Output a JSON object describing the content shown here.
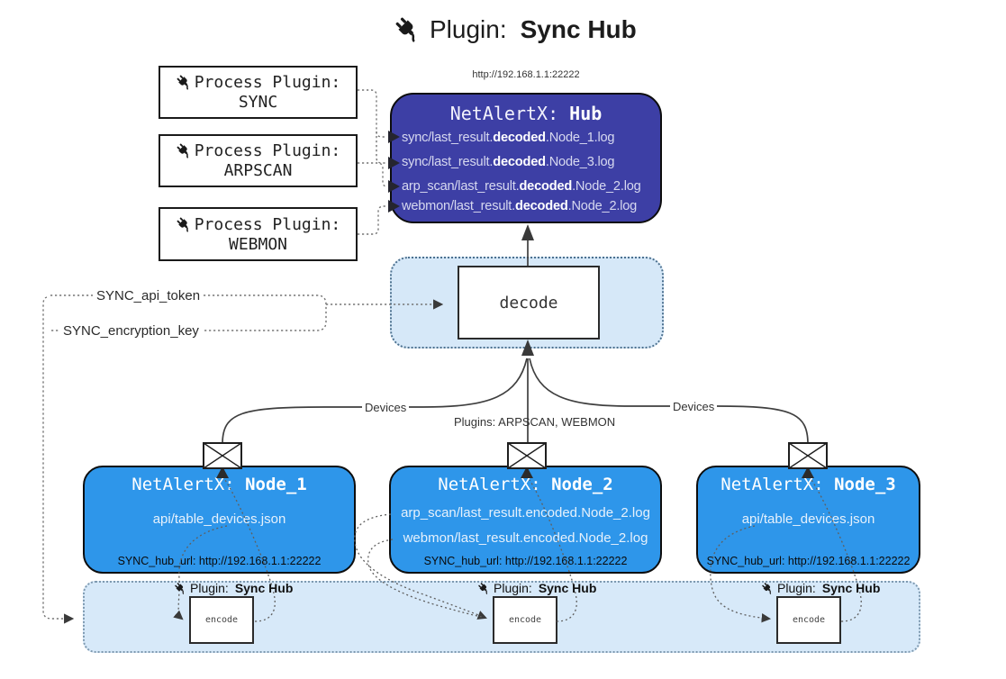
{
  "title": {
    "icon": "plug-icon",
    "prefix": "Plugin:",
    "name": "Sync Hub"
  },
  "process_plugins": [
    {
      "label": "Process Plugin:",
      "name": "SYNC"
    },
    {
      "label": "Process Plugin:",
      "name": "ARPSCAN"
    },
    {
      "label": "Process Plugin:",
      "name": "WEBMON"
    }
  ],
  "hub": {
    "url_label": "http://192.168.1.1:22222",
    "title_prefix": "NetAlertX:",
    "title_name": "Hub",
    "logs": [
      {
        "pre": "sync/last_result.",
        "bold": "decoded",
        "post": ".Node_1.log"
      },
      {
        "pre": "sync/last_result.",
        "bold": "decoded",
        "post": ".Node_3.log"
      },
      {
        "pre": "arp_scan/last_result.",
        "bold": "decoded",
        "post": ".Node_2.log"
      },
      {
        "pre": "webmon/last_result.",
        "bold": "decoded",
        "post": ".Node_2.log"
      }
    ]
  },
  "decode_label": "decode",
  "config_labels": {
    "api_token": "SYNC_api_token",
    "encryption_key": "SYNC_encryption_key"
  },
  "edge_labels": {
    "left": "Devices",
    "middle": "Plugins: ARPSCAN, WEBMON",
    "right": "Devices"
  },
  "nodes": [
    {
      "title_prefix": "NetAlertX:",
      "title_name": "Node_1",
      "files": [
        "api/table_devices.json"
      ],
      "hub_url": "SYNC_hub_url: http://192.168.1.1:22222"
    },
    {
      "title_prefix": "NetAlertX:",
      "title_name": "Node_2",
      "files": [
        "arp_scan/last_result.encoded.Node_2.log",
        "webmon/last_result.encoded.Node_2.log"
      ],
      "hub_url": "SYNC_hub_url: http://192.168.1.1:22222"
    },
    {
      "title_prefix": "NetAlertX:",
      "title_name": "Node_3",
      "files": [
        "api/table_devices.json"
      ],
      "hub_url": "SYNC_hub_url: http://192.168.1.1:22222"
    }
  ],
  "encode_sections": {
    "plugin_prefix": "Plugin:",
    "plugin_name": "Sync Hub",
    "encode_label": "encode"
  },
  "colors": {
    "hub_fill": "#3d3fa5",
    "node_fill": "#2e96ea",
    "decode_panel_fill": "#d6e8f8",
    "band_fill": "#d7e9f9",
    "outline": "#1a1a1a"
  }
}
